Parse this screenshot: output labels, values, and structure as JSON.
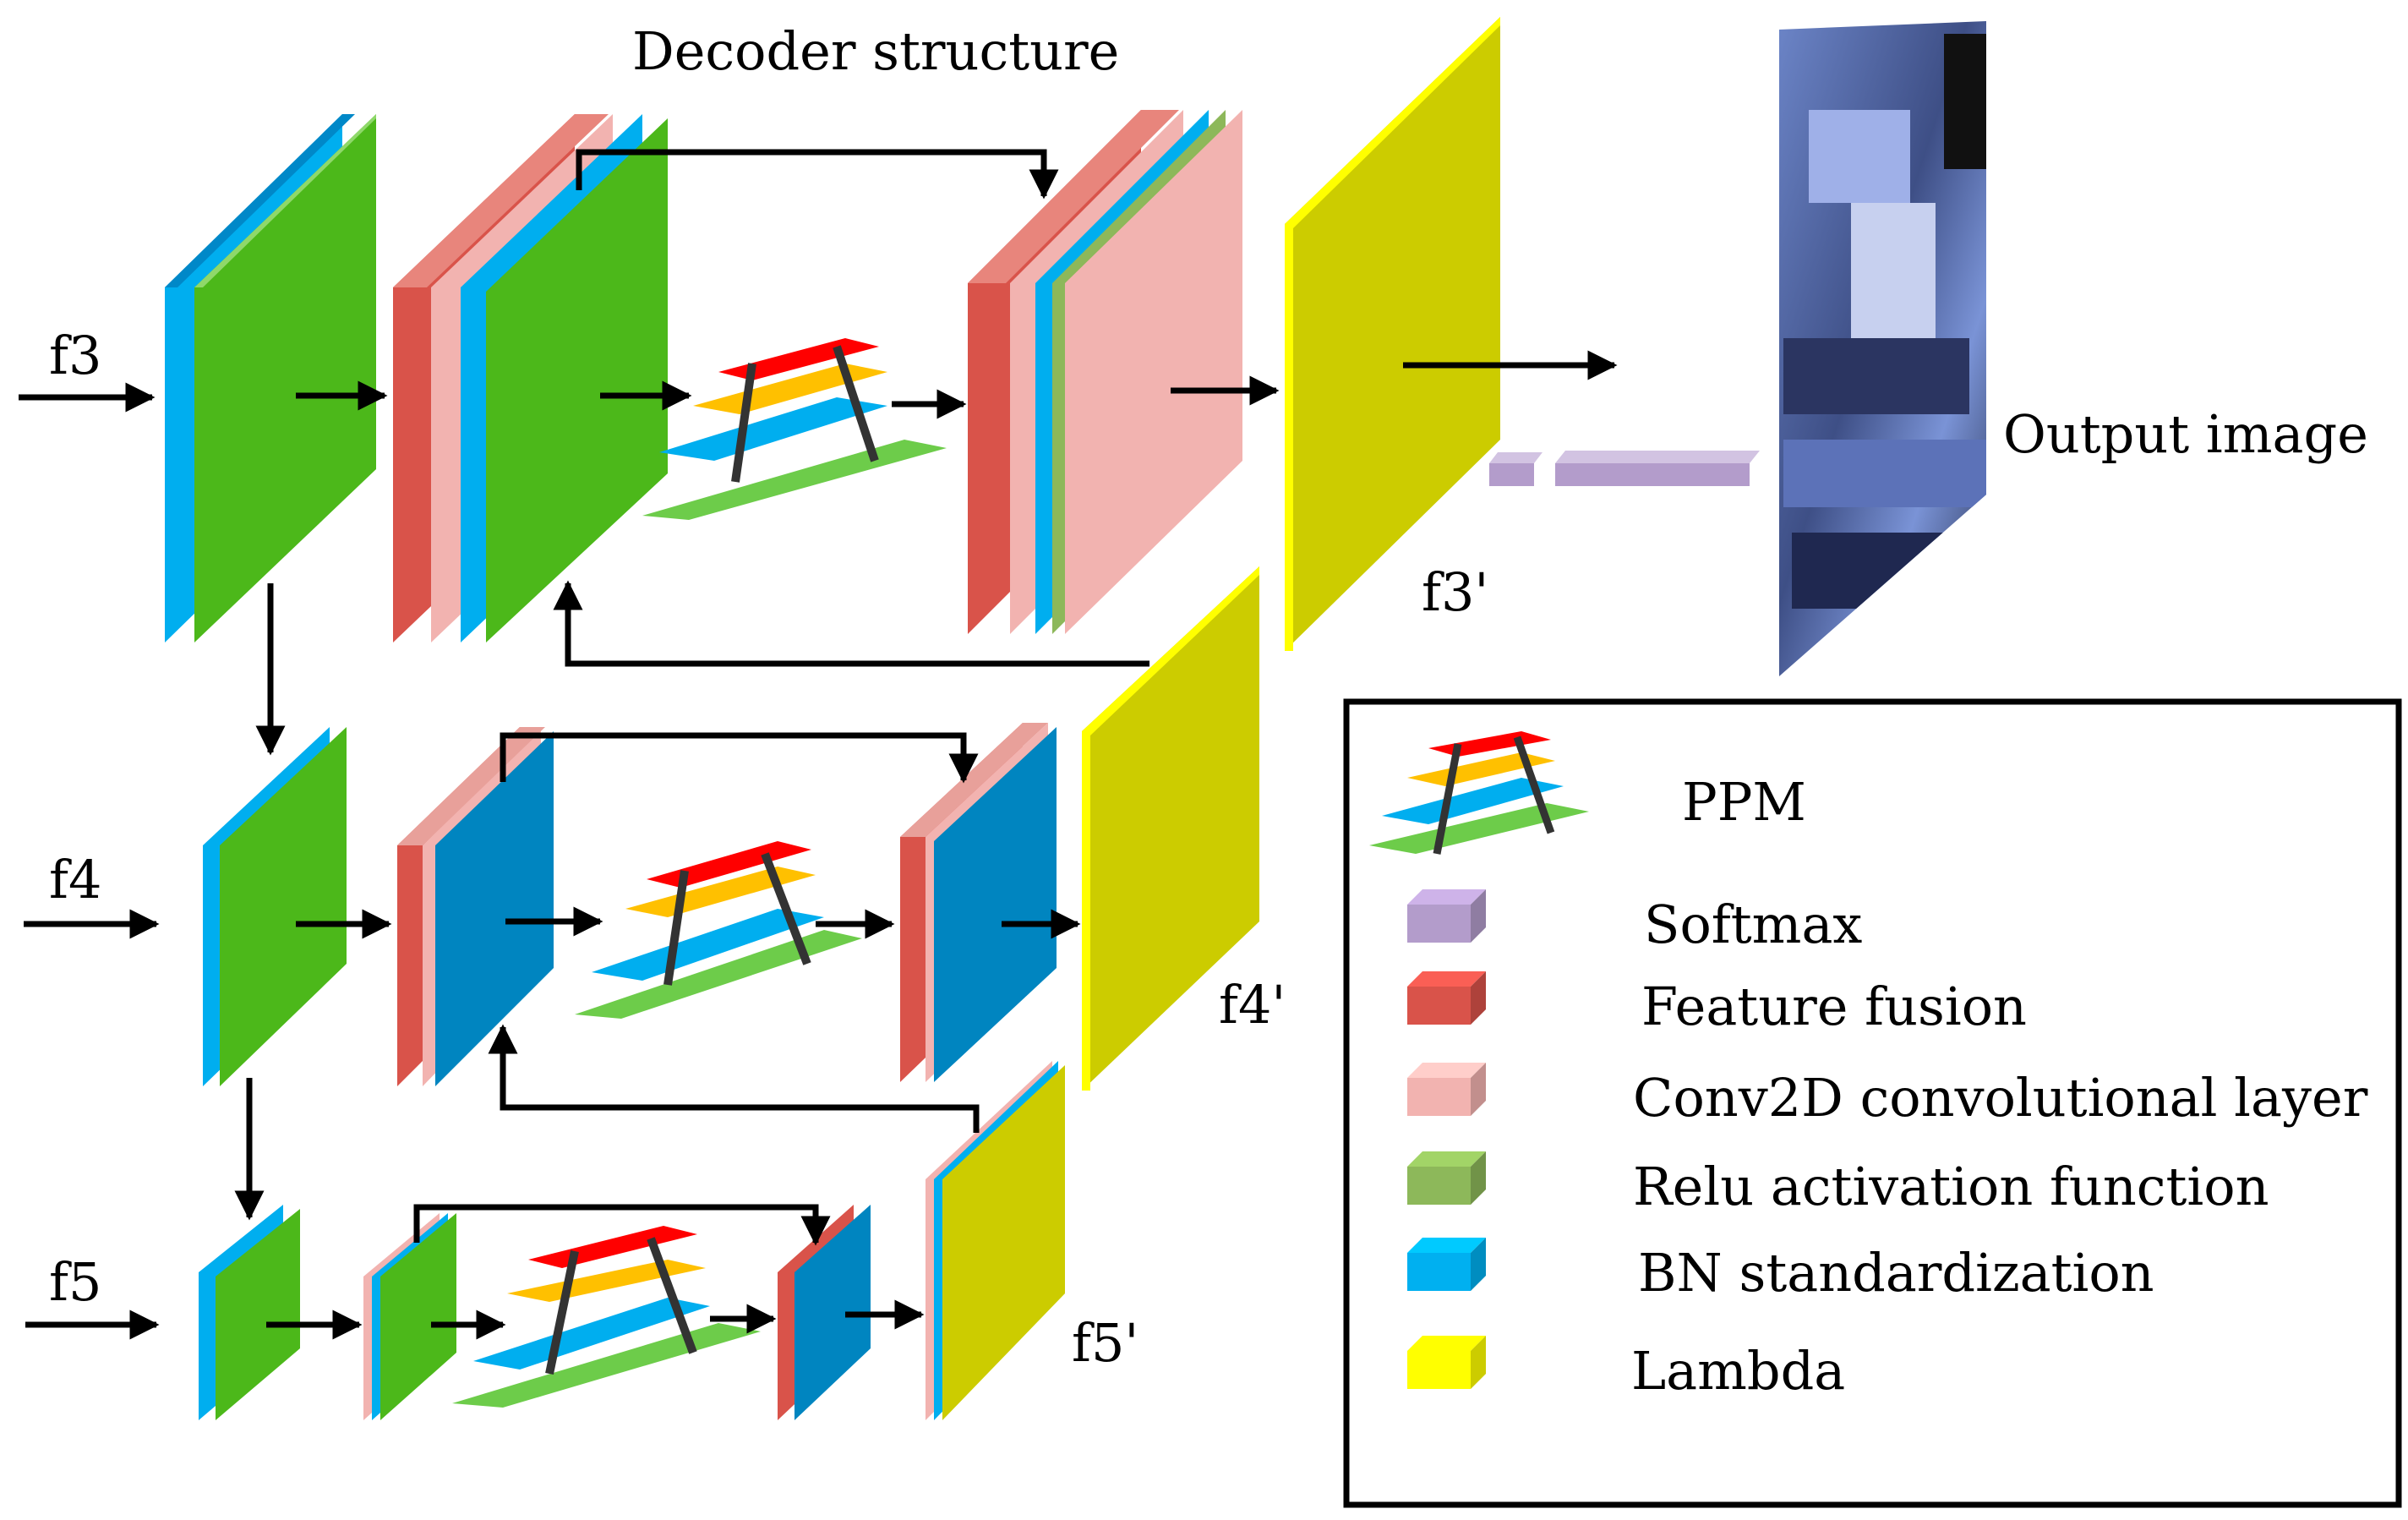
{
  "title": "Decoder structure",
  "inputs": {
    "f3": "f3",
    "f4": "f4",
    "f5": "f5"
  },
  "outputs": {
    "f3p": "f3'",
    "f4p": "f4'",
    "f5p": "f5'"
  },
  "output_image_label": "Output image",
  "legend": {
    "ppm": "PPM",
    "items": [
      {
        "label": "Softmax",
        "color": "#b39ccb"
      },
      {
        "label": "Feature fusion",
        "color": "#d9534a"
      },
      {
        "label": "Conv2D convolutional layer",
        "color": "#f2b3b0"
      },
      {
        "label": "Relu activation function",
        "color": "#8db85a"
      },
      {
        "label": "BN standardization",
        "color": "#00b0f0"
      },
      {
        "label": "Lambda",
        "color": "#ffff00"
      }
    ]
  },
  "colors": {
    "green": "#4cb81a",
    "blue": "#00aeef",
    "red": "#d9534a",
    "pink": "#f2b3b0",
    "darkblue": "#0085c0",
    "lambda": "#cccc00",
    "lambda_edge": "#ffff00",
    "softmax": "#b39ccb"
  }
}
